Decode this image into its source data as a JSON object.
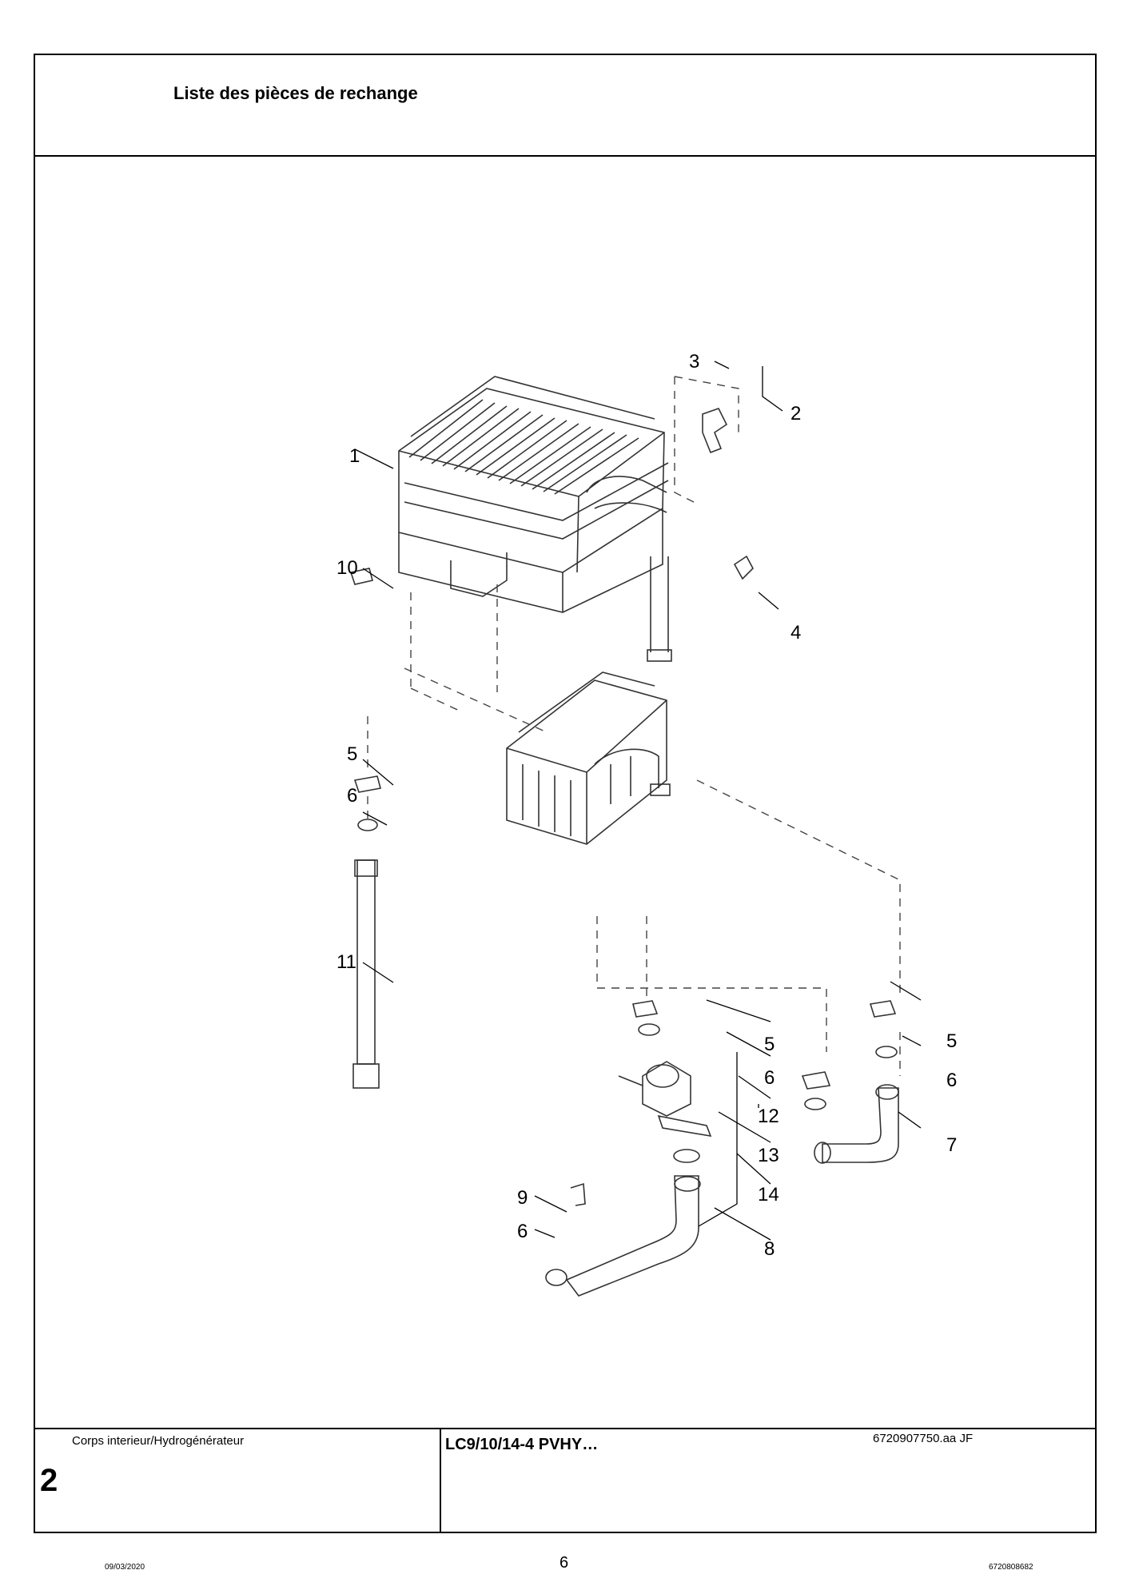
{
  "header": {
    "title": "Liste des pièces de rechange"
  },
  "drawing": {
    "reference_code": "6720907750.aa   JF",
    "callouts": [
      "1",
      "2",
      "3",
      "4",
      "5",
      "6",
      "10",
      "11",
      "5",
      "6",
      "5",
      "6",
      "12",
      "13",
      "14",
      "9",
      "6",
      "8",
      "7"
    ]
  },
  "footer": {
    "section_caption": "Corps interieur/Hydrogénérateur",
    "section_number": "2",
    "model": "LC9/10/14-4 PVHY…"
  },
  "page": {
    "date": "09/03/2020",
    "number": "6",
    "document_number": "6720808682"
  }
}
